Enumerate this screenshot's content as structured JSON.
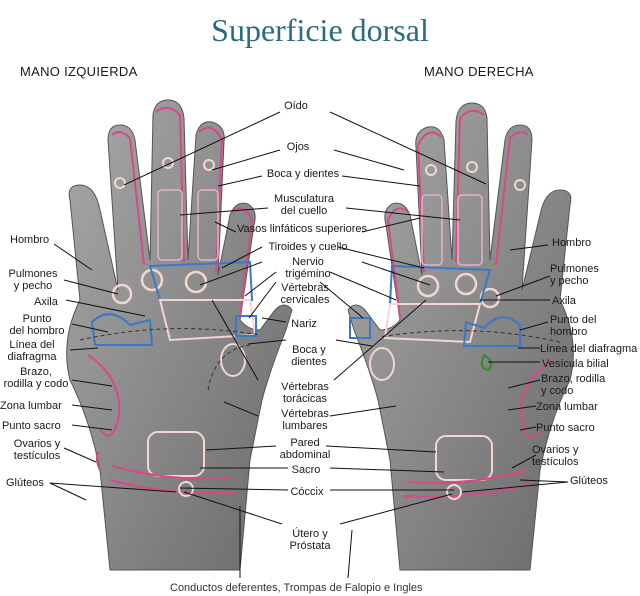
{
  "title": "Superficie dorsal",
  "left_hand_label": "MANO IZQUIERDA",
  "right_hand_label": "MANO DERECHA",
  "center_labels": {
    "oido": "Oído",
    "ojos": "Ojos",
    "boca_dientes": "Boca y dientes",
    "musculatura_cuello": "Musculatura\ndel cuello",
    "vasos_linfaticos": "Vasos linfáticos superiores",
    "tiroides_cuello": "Tiroides y cuello",
    "nervio_trigemino": "Nervio\ntrigémino",
    "vertebras_cervicales": "Vértebras\ncervicales",
    "nariz": "Nariz",
    "boca_dientes_2": "Boca y\ndientes",
    "vertebras_toracicas": "Vértebras\ntorácicas",
    "vertebras_lumbares": "Vértebras\nlumbares",
    "pared_abdominal": "Pared\nabdominal",
    "sacro": "Sacro",
    "coccix": "Cóccix",
    "utero_prostata": "Útero y\nPróstata"
  },
  "left_labels": {
    "hombro": "Hombro",
    "pulmones": "Pulmones\ny pecho",
    "axila": "Axila",
    "punto_hombro": "Punto\ndel hombro",
    "linea_diafragma": "Línea del\ndiafragma",
    "brazo": "Brazo,\nrodilla y codo",
    "zona_lumbar": "Zona lumbar",
    "punto_sacro": "Punto sacro",
    "ovarios": "Ovarios y\ntestículos",
    "gluteos": "Glúteos"
  },
  "right_labels": {
    "hombro": "Hombro",
    "pulmones": "Pulmones\ny pecho",
    "axila": "Axila",
    "punto_hombro": "Punto del\nhombro",
    "linea_diafragma": "Línea del diafragma",
    "vesicula": "Vesícula bilial",
    "brazo": "Brazo, rodilla\ny codo",
    "zona_lumbar": "Zona lumbar",
    "punto_sacro": "Punto sacro",
    "ovarios": "Ovarios y\ntestículos",
    "gluteos": "Glúteos"
  },
  "footer": "Conductos deferentes, Trompas de Falopio e Ingles",
  "colors": {
    "title": "#2a6b80",
    "hand_fill": "#8f8f8f",
    "hand_shade": "#6f6f6f",
    "zone_pink": "#d8488a",
    "zone_blue": "#3a78c8",
    "zone_light": "#f0d8d0",
    "zone_green": "#2f8a2f",
    "leader": "#111111"
  }
}
